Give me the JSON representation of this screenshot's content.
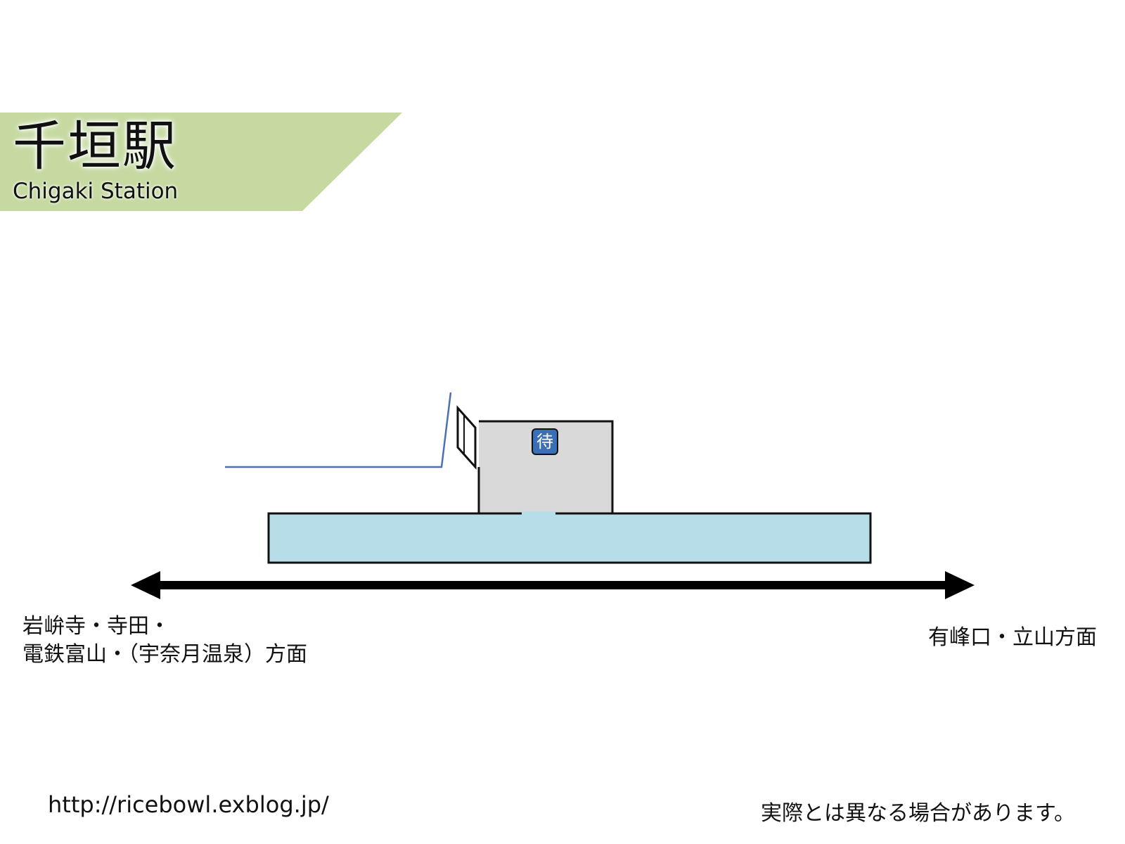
{
  "header": {
    "station_name_ja": "千垣駅",
    "station_name_en": "Chigaki Station"
  },
  "waiting_room": {
    "icon_label": "待"
  },
  "directions": {
    "left_line1": "岩峅寺・寺田・",
    "left_line2": "電鉄富山・（宇奈月温泉）方面",
    "right": "有峰口・立山方面"
  },
  "footer": {
    "url": "http://ricebowl.exblog.jp/",
    "note": "実際とは異なる場合があります。"
  },
  "colors": {
    "banner": "#c5d9a0",
    "platform": "#b7dde8",
    "building": "#d9d9d9",
    "path": "#4a72b0",
    "wait_icon": "#3b6fb5"
  }
}
